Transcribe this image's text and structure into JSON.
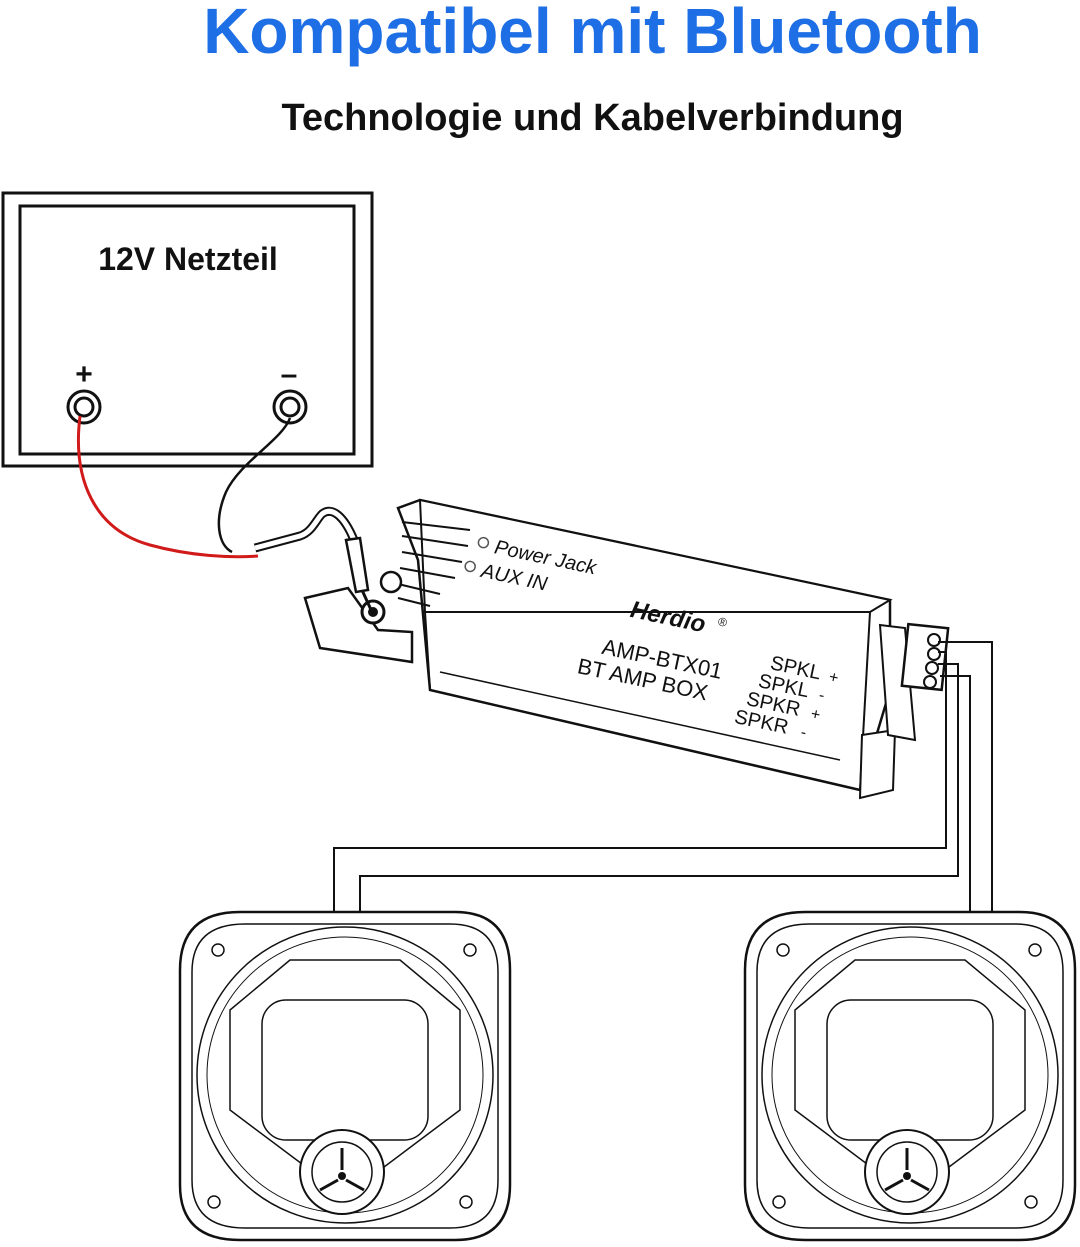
{
  "header": {
    "title": "Kompatibel mit Bluetooth",
    "subtitle": "Technologie und Kabelverbindung"
  },
  "power_supply": {
    "label": "12V Netzteil",
    "plus_sign": "+",
    "minus_sign": "–"
  },
  "amplifier": {
    "brand": "Herdio",
    "brand_mark": "®",
    "model": "AMP-BTX01",
    "type": "BT AMP BOX",
    "ports": [
      "Power Jack",
      "AUX IN"
    ],
    "outputs": [
      {
        "label": "SPKL",
        "sign": "+"
      },
      {
        "label": "SPKL",
        "sign": "-"
      },
      {
        "label": "SPKR",
        "sign": "+"
      },
      {
        "label": "SPKR",
        "sign": "-"
      }
    ]
  },
  "colors": {
    "title": "#1e6fe6",
    "positive_wire": "#d11a1a",
    "negative_wire": "#111111"
  }
}
